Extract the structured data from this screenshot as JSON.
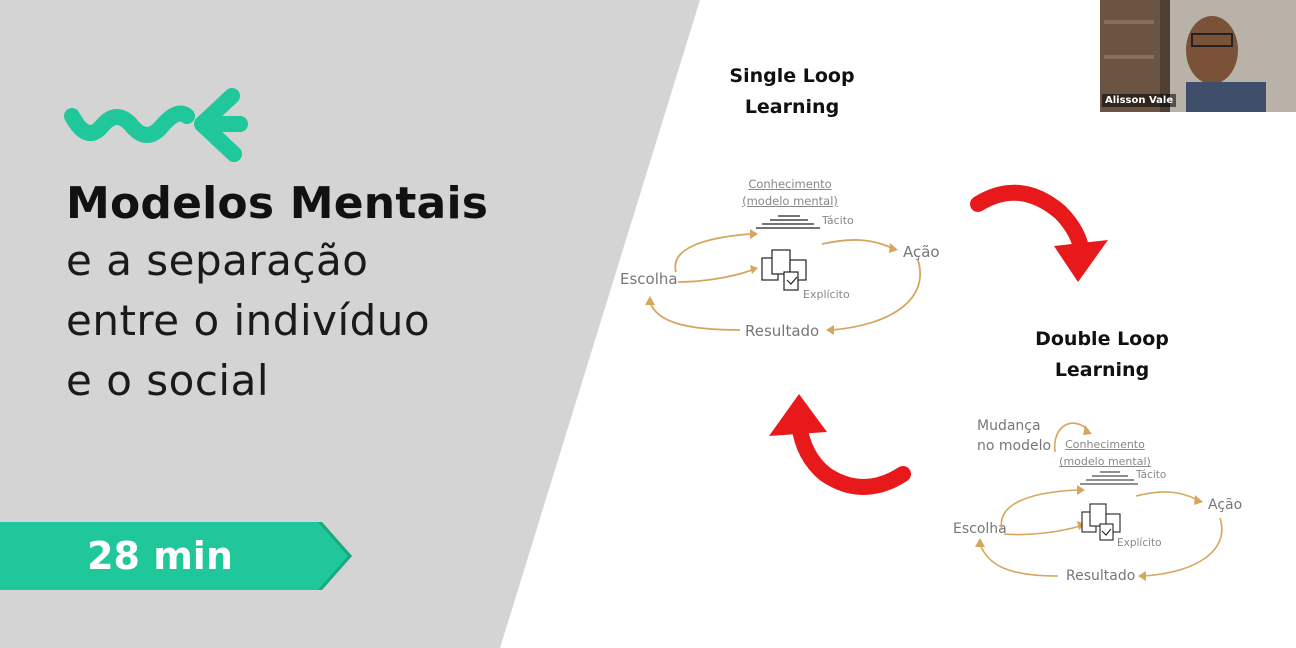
{
  "colors": {
    "accent": "#1fc79a",
    "left_bg": "#d4d4d4",
    "arrow_red": "#e8191a",
    "diagram_line": "#d6a65e"
  },
  "slide": {
    "title_bold": "Modelos Mentais",
    "subtitle_lines": [
      "e a separação",
      "entre o indivíduo",
      "e o social"
    ],
    "duration_badge": "28 min"
  },
  "single_loop": {
    "heading_lines": [
      "Single Loop",
      "Learning"
    ],
    "knowledge_lines": [
      "Conhecimento",
      "(modelo mental)"
    ],
    "tacit": "Tácito",
    "explicit": "Explícito",
    "action": "Ação",
    "choice": "Escolha",
    "result": "Resultado"
  },
  "double_loop": {
    "heading_lines": [
      "Double Loop",
      "Learning"
    ],
    "change_lines": [
      "Mudança",
      "no modelo"
    ],
    "knowledge_lines": [
      "Conhecimento",
      "(modelo mental)"
    ],
    "tacit": "Tácito",
    "explicit": "Explícito",
    "action": "Ação",
    "choice": "Escolha",
    "result": "Resultado"
  },
  "participant": {
    "name": "Alisson Vale"
  }
}
